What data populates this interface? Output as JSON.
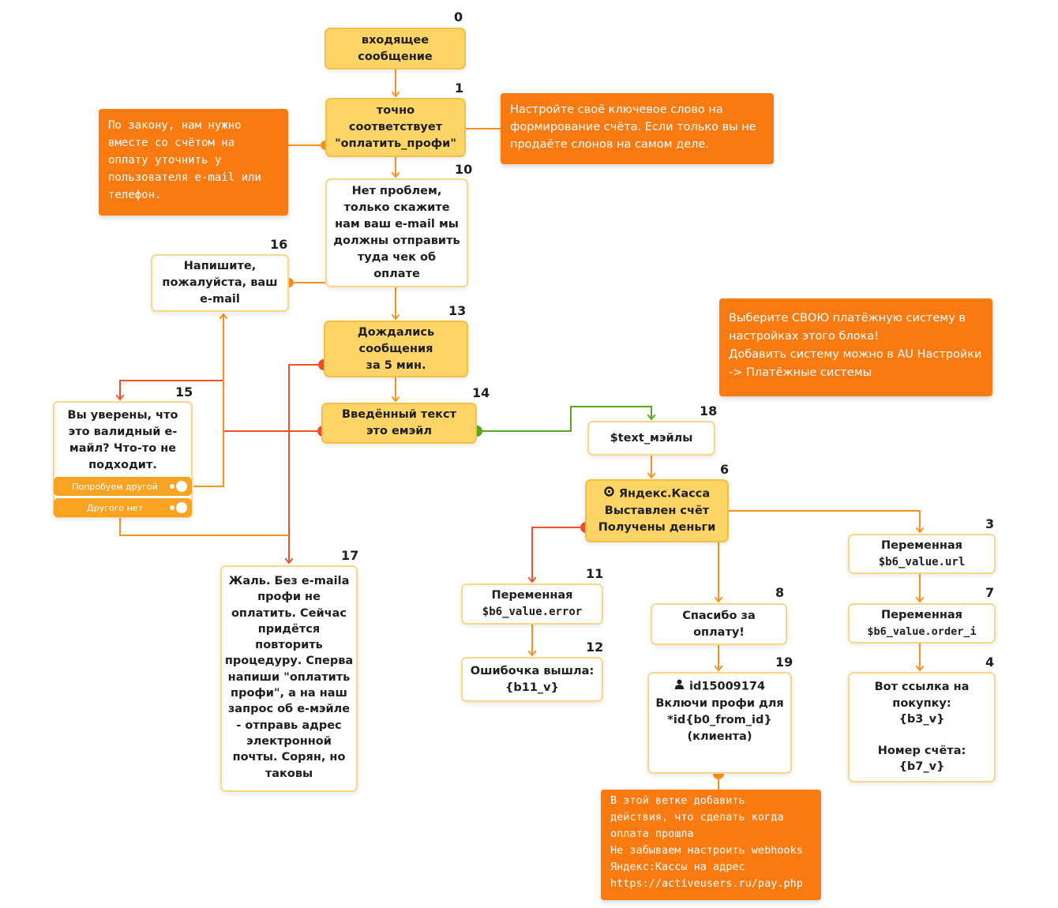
{
  "nodes": {
    "n0": {
      "num": "0",
      "lines": [
        "входящее",
        "сообщение"
      ]
    },
    "n1": {
      "num": "1",
      "lines": [
        "точно",
        "соответствует",
        "\"оплатить_профи\""
      ]
    },
    "n10": {
      "num": "10",
      "lines": [
        "Нет проблем,",
        "только скажите",
        "нам ваш e-mail мы",
        "должны отправить",
        "туда чек об",
        "оплате"
      ]
    },
    "n16": {
      "num": "16",
      "lines": [
        "Напишите,",
        "пожалуйста, ваш",
        "e-mail"
      ]
    },
    "n13": {
      "num": "13",
      "lines": [
        "Дождались",
        "сообщения",
        "за 5 мин."
      ]
    },
    "n14": {
      "num": "14",
      "lines": [
        "Введённый текст",
        "это емэйл"
      ]
    },
    "n15": {
      "num": "15",
      "lines": [
        "Вы уверены, что",
        "это валидный е-",
        "майл? Что-то не",
        "подходит."
      ],
      "buttons": [
        "Попробуем другой",
        "Другого нет"
      ]
    },
    "n17": {
      "num": "17",
      "lines": [
        "Жаль. Без e-mailа",
        "профи не",
        "оплатить. Сейчас",
        "придётся",
        "повторить",
        "процедуру. Сперва",
        "напиши \"оплатить",
        "профи\", а на наш",
        "запрос об е-мэйле",
        "- отправь адрес",
        "электронной",
        "почты. Сорян, но",
        "таковы"
      ]
    },
    "n18": {
      "num": "18",
      "lines": [
        "$text_мэйлы"
      ]
    },
    "n6": {
      "num": "6",
      "lines": [
        "Яндекс.Касса",
        "Выставлен счёт",
        "Получены деньги"
      ],
      "icon": "gear-icon"
    },
    "n3": {
      "num": "3",
      "lines": [
        "Переменная",
        "$b6_value.url"
      ]
    },
    "n7": {
      "num": "7",
      "lines": [
        "Переменная",
        "$b6_value.order_i"
      ]
    },
    "n4": {
      "num": "4",
      "lines": [
        "Вот ссылка на",
        "покупку:",
        "{b3_v}",
        "",
        "Номер счёта:",
        "{b7_v}"
      ]
    },
    "n11": {
      "num": "11",
      "lines": [
        "Переменная",
        "$b6_value.error"
      ]
    },
    "n12": {
      "num": "12",
      "lines": [
        "Ошибочка вышла:",
        "{b11_v}"
      ]
    },
    "n8": {
      "num": "8",
      "lines": [
        "Спасибо за",
        "оплату!"
      ]
    },
    "n19": {
      "num": "19",
      "lines": [
        "id15009174",
        "Включи профи для",
        "*id{b0_from_id}",
        "(клиента)"
      ],
      "icon": "user-icon"
    }
  },
  "notes": {
    "law": [
      "По закону, нам нужно",
      "вместе со счётом на",
      "оплату уточнить у",
      "пользователя e-mail или",
      "телефон."
    ],
    "keyword": [
      "Настройте своё ключевое слово на",
      "формирование счёта. Если только вы не",
      "продаёте слонов на самом деле."
    ],
    "payment": [
      "Выберите СВОЮ платёжную систему в",
      "настройках этого блока!",
      "Добавить систему можно в AU Настройки",
      "-> Платёжные системы"
    ],
    "webhook": [
      "В этой ветке добавить",
      "действия, что сделать когда",
      "оплата прошла",
      "Не забываем настроить webhooks",
      "Яндекс:Кассы на адрес",
      "https://activeusers.ru/pay.php"
    ]
  },
  "colors": {
    "wire_orange": "#f8921e",
    "wire_red": "#f0502a",
    "wire_green": "#5aa81e",
    "node_yellow": "#fdd567",
    "note_orange": "#f87a10"
  }
}
